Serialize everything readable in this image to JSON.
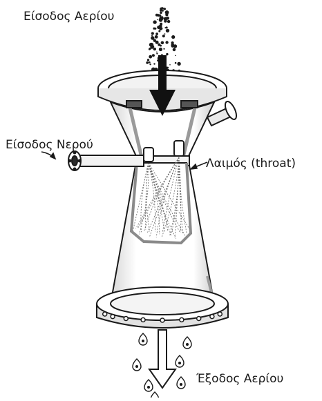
{
  "labels": {
    "gas_inlet": "Είσοδος Αερίου",
    "water_inlet": "Είσοδος Νερού",
    "throat": "Λαιμός (throat)",
    "gas_outlet": "Έξοδος Αερίου"
  },
  "colors": {
    "line": "#1a1a1a",
    "shade": "#bdbdbd",
    "light_shade": "#e2e2e2",
    "arrow": "#111111"
  }
}
